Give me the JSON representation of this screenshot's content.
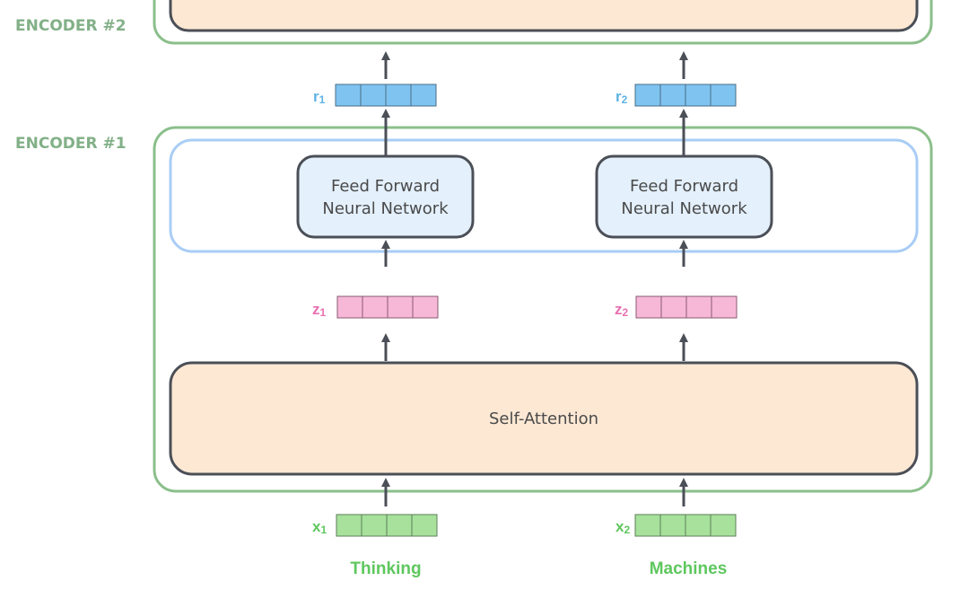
{
  "encoder_labels": {
    "top": "ENCODER #2",
    "bottom": "ENCODER #1"
  },
  "feed_forward": {
    "line1": "Feed Forward",
    "line2": "Neural Network"
  },
  "self_attention": "Self-Attention",
  "vectors": {
    "r": {
      "letter": "r",
      "sub1": "1",
      "sub2": "2",
      "color": "#5fb3e6",
      "fill": "#7fc4f1"
    },
    "z": {
      "letter": "z",
      "sub1": "1",
      "sub2": "2",
      "color": "#e86fb0",
      "fill": "#f7b8d8"
    },
    "x": {
      "letter": "x",
      "sub1": "1",
      "sub2": "2",
      "color": "#5ec75e",
      "fill": "#a7e19c"
    }
  },
  "words": [
    "Thinking",
    "Machines"
  ],
  "colors": {
    "encoder_border": "#8bbf8b",
    "ffnn_panel_border": "#a9cdf5",
    "ffnn_box_fill": "#e4f0fc",
    "box_border": "#4b4f57",
    "self_attention_fill": "#fde8d4",
    "arrow": "#4b4f57"
  }
}
